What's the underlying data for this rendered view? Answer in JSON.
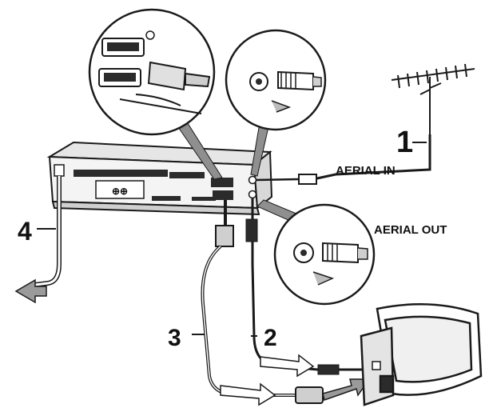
{
  "labels": {
    "aerial_in": "AERIAL IN",
    "aerial_out": "AERIAL OUT",
    "step_1": "1",
    "step_2": "2",
    "step_3": "3",
    "step_4": "4"
  },
  "colors": {
    "line": "#1a1a1a",
    "panel": "#f4f4f4",
    "shade": "#bdbdbd",
    "dark": "#2b2b2b"
  }
}
